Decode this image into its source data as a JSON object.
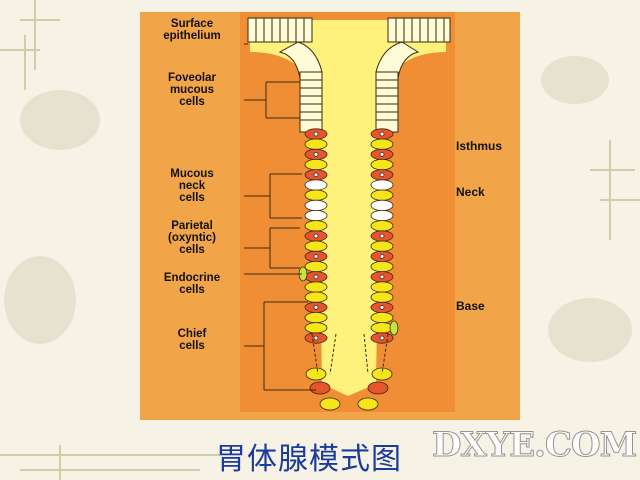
{
  "labels": {
    "surface_epithelium": "Surface\nepithelium",
    "foveolar_mucous_cells": "Foveolar\nmucous\ncells",
    "mucous_neck_cells": "Mucous\nneck\ncells",
    "parietal_oxyntic_cells": "Parietal\n(oxyntic)\ncells",
    "endocrine_cells": "Endocrine\ncells",
    "chief_cells": "Chief\ncells"
  },
  "regions": {
    "isthmus": "Isthmus",
    "neck": "Neck",
    "base": "Base"
  },
  "caption": "胃体腺模式图",
  "watermark": "DXYE.COM",
  "colors": {
    "panel_bg": "#f08e36",
    "lumen": "#fff27c",
    "surface_cell": "#fffbd6",
    "parietal_cell": "#e7542d",
    "parietal_nucleus": "#ffffff",
    "mucous_neck_cell": "#ffffff",
    "chief_cell": "#f6e619",
    "endocrine_cell": "#c5e53a",
    "caption": "#1a3c9a",
    "outline": "#3a2a10"
  }
}
